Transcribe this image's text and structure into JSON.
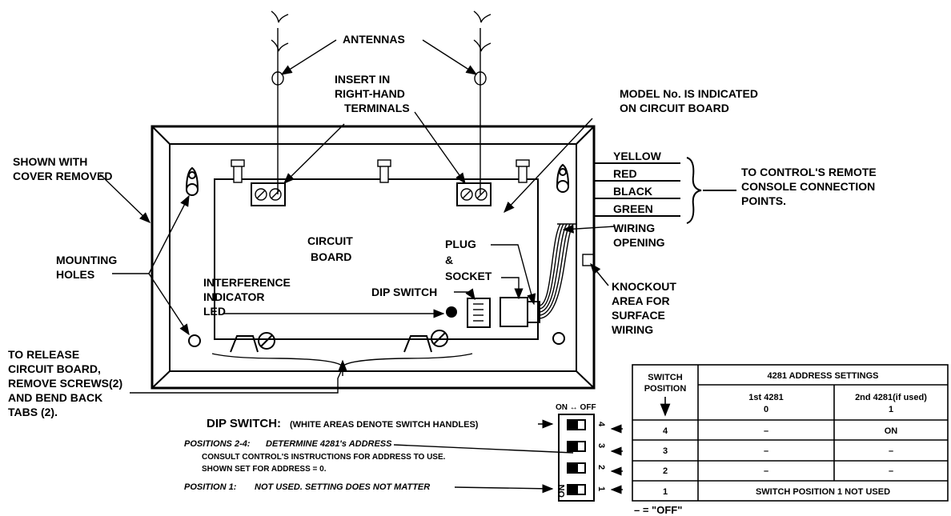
{
  "labels": {
    "antennas": "ANTENNAS",
    "insert_l1": "INSERT IN",
    "insert_l2": "RIGHT-HAND",
    "insert_l3": "TERMINALS",
    "model_l1": "MODEL No. IS INDICATED",
    "model_l2": "ON CIRCUIT BOARD",
    "shown_l1": "SHOWN WITH",
    "shown_l2": "COVER REMOVED",
    "yellow": "YELLOW",
    "red": "RED",
    "black": "BLACK",
    "green": "GREEN",
    "control_l1": "TO CONTROL'S REMOTE",
    "control_l2": "CONSOLE CONNECTION",
    "control_l3": "POINTS.",
    "wiring_l1": "WIRING",
    "wiring_l2": "OPENING",
    "circuit_l1": "CIRCUIT",
    "circuit_l2": "BOARD",
    "plug_l1": "PLUG",
    "plug_l2": "&",
    "plug_l3": "SOCKET",
    "mount_l1": "MOUNTING",
    "mount_l2": "HOLES",
    "interf_l1": "INTERFERENCE",
    "interf_l2": "INDICATOR",
    "interf_l3": "LED",
    "dip_switch": "DIP SWITCH",
    "knock_l1": "KNOCKOUT",
    "knock_l2": "AREA FOR",
    "knock_l3": "SURFACE",
    "knock_l4": "WIRING",
    "release_l1": "TO RELEASE",
    "release_l2": "CIRCUIT BOARD,",
    "release_l3": "REMOVE SCREWS(2)",
    "release_l4": "AND BEND BACK",
    "release_l5": "TABS (2)."
  },
  "dip_legend": {
    "dip_title": "DIP SWITCH:",
    "dip_note": "(WHITE AREAS DENOTE SWITCH HANDLES)",
    "pos24_title": "POSITIONS 2-4:",
    "pos24_text": "DETERMINE 4281's ADDRESS",
    "consult": "CONSULT CONTROL'S INSTRUCTIONS FOR ADDRESS TO USE.",
    "shown_set": "SHOWN SET FOR ADDRESS = 0.",
    "pos1_title": "POSITION 1:",
    "pos1_text": "NOT USED. SETTING DOES NOT MATTER",
    "on_off": "ON ↔ OFF",
    "on": "ON",
    "numbers": [
      "4",
      "3",
      "2",
      "1"
    ]
  },
  "table": {
    "h_switch_l1": "SWITCH",
    "h_switch_l2": "POSITION",
    "h_group": "4281 ADDRESS SETTINGS",
    "h_first_l1": "1st 4281",
    "h_first_l2": "0",
    "h_second_l1": "2nd 4281(if used)",
    "h_second_l2": "1",
    "rows": [
      {
        "pos": "4",
        "first": "–",
        "second": "ON"
      },
      {
        "pos": "3",
        "first": "–",
        "second": "–"
      },
      {
        "pos": "2",
        "first": "–",
        "second": "–"
      }
    ],
    "row1_pos": "1",
    "row1_text": "SWITCH POSITION 1 NOT USED",
    "footnote": "– = \"OFF\""
  }
}
